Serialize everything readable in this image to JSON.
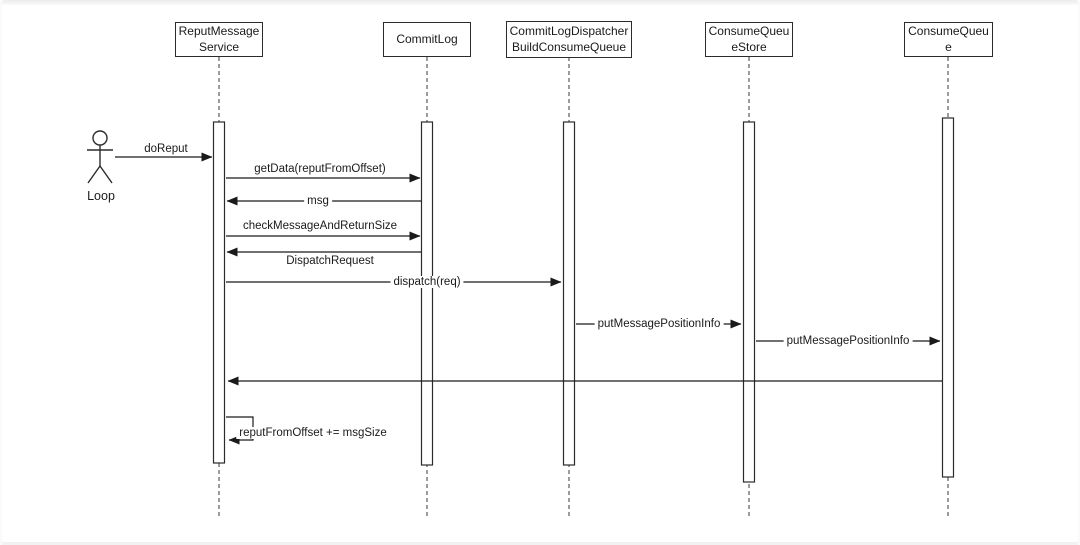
{
  "diagram": {
    "kind": "uml-sequence-diagram",
    "stroke_color": "#2b2b2b",
    "background_color": "#ffffff",
    "actor": {
      "label": "Loop"
    },
    "participants": [
      {
        "name": "ReputMessageService",
        "label": "ReputMessage\nService"
      },
      {
        "name": "CommitLog",
        "label": "CommitLog"
      },
      {
        "name": "CommitLogDispatcherBuildConsumeQueue",
        "label": "CommitLogDispatcher\nBuildConsumeQueue"
      },
      {
        "name": "ConsumeQueueStore",
        "label": "ConsumeQueu\neStore"
      },
      {
        "name": "ConsumeQueue",
        "label": "ConsumeQueu\ne"
      }
    ],
    "messages": [
      {
        "label": "doReput",
        "from": "Loop",
        "to": "ReputMessageService",
        "direction": "right"
      },
      {
        "label": "getData(reputFromOffset)",
        "from": "ReputMessageService",
        "to": "CommitLog",
        "direction": "right"
      },
      {
        "label": "msg",
        "from": "CommitLog",
        "to": "ReputMessageService",
        "direction": "left"
      },
      {
        "label": "checkMessageAndReturnSize",
        "from": "ReputMessageService",
        "to": "CommitLog",
        "direction": "right"
      },
      {
        "label": "DispatchRequest",
        "from": "CommitLog",
        "to": "ReputMessageService",
        "direction": "left"
      },
      {
        "label": "dispatch(req)",
        "from": "ReputMessageService",
        "to": "CommitLogDispatcherBuildConsumeQueue",
        "direction": "right"
      },
      {
        "label": "putMessagePositionInfo",
        "from": "CommitLogDispatcherBuildConsumeQueue",
        "to": "ConsumeQueueStore",
        "direction": "right"
      },
      {
        "label": "putMessagePositionInfo",
        "from": "ConsumeQueueStore",
        "to": "ConsumeQueue",
        "direction": "right"
      },
      {
        "label": "",
        "from": "ConsumeQueue",
        "to": "ReputMessageService",
        "direction": "left"
      },
      {
        "label": "reputFromOffset += msgSize",
        "from": "ReputMessageService",
        "to": "ReputMessageService",
        "direction": "self"
      }
    ]
  }
}
